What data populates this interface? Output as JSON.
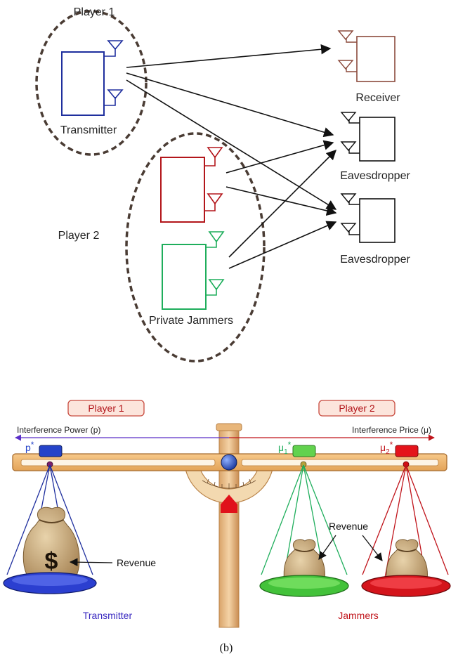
{
  "top_diagram": {
    "player1_label": "Player 1",
    "player2_label": "Player 2",
    "transmitter_label": "Transmitter",
    "jammers_label": "Private Jammers",
    "receiver_label": "Receiver",
    "eavesdropper1_label": "Eavesdropper",
    "eavesdropper2_label": "Eavesdropper"
  },
  "balance": {
    "player1_badge": "Player 1",
    "player2_badge": "Player 2",
    "power_axis_label": "Interference Power (p)",
    "price_axis_label": "Interference Price (μ)",
    "p_star": "p",
    "mu1_base": "μ",
    "mu1_sub": "1",
    "mu2_base": "μ",
    "mu2_sub": "2",
    "star": "*",
    "revenue_left": "Revenue",
    "revenue_right": "Revenue",
    "transmitter_label": "Transmitter",
    "jammers_label": "Jammers",
    "bag_symbol": "$"
  },
  "caption": "(b)",
  "colors": {
    "transmitter_blue": "#1f2f9e",
    "receiver_brown": "#8b4a3c",
    "jammer_red": "#b3161b",
    "jammer_green": "#1fae5c",
    "ellipse_brown": "#4a3c34",
    "beam_wood": "#f0b76a",
    "badge_fill": "#fce5dc",
    "badge_text": "#b3161b",
    "power_arrow": "#5a2ec8",
    "price_arrow": "#c0141b"
  },
  "icons": [
    "antenna-icon",
    "money-bag-icon",
    "pan-icon",
    "slider-knob-icon"
  ]
}
